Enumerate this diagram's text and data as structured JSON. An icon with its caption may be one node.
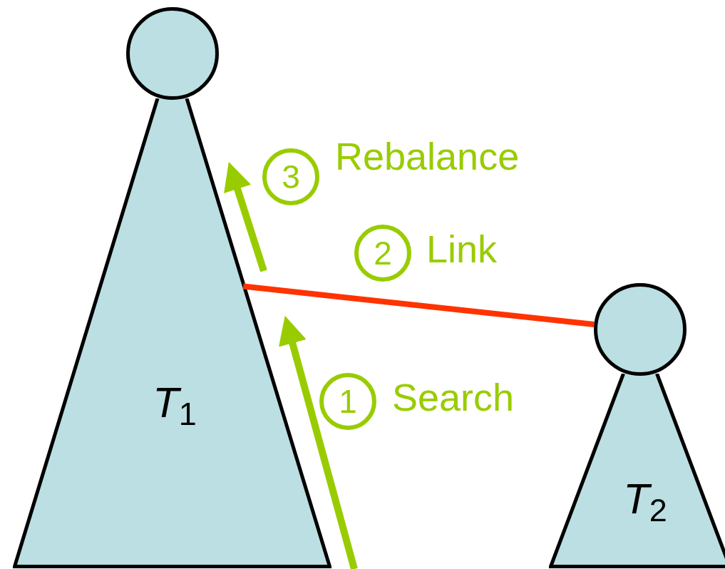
{
  "diagram": {
    "nodes": [
      {
        "text": [
          "*T*$_{1}$"
        ]
      },
      {
        "text": [],
        "shape": "circle"
      },
      {
        "text": [
          "*T*$_{2}$"
        ]
      },
      {
        "text": [],
        "shape": "circle"
      }
    ],
    "edges": [
      {
        "from": 0,
        "to": 3,
        "arrow": "none",
        "color": "#ff3300"
      }
    ],
    "labels": [
      "3",
      "Rebalance",
      "2",
      "Link",
      "1",
      "Search"
    ]
  }
}
